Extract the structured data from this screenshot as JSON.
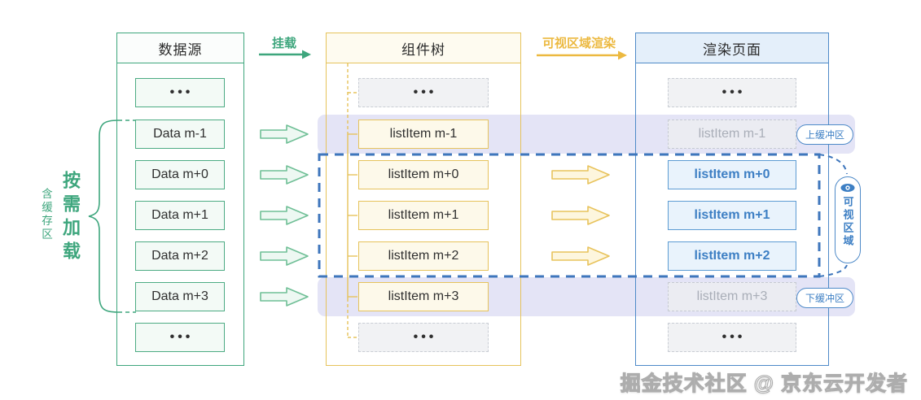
{
  "left_annotation": {
    "label": "按需加载",
    "sublabel": "含缓存区"
  },
  "flow_labels": {
    "mount": "挂载",
    "viewport_render": "可视区域渲染"
  },
  "columns": [
    {
      "title": "数据源",
      "items": [
        "•••",
        "Data m-1",
        "Data m+0",
        "Data m+1",
        "Data m+2",
        "Data m+3",
        "•••"
      ]
    },
    {
      "title": "组件树",
      "items": [
        "•••",
        "listItem m-1",
        "listItem m+0",
        "listItem m+1",
        "listItem m+2",
        "listItem m+3",
        "•••"
      ]
    },
    {
      "title": "渲染页面",
      "items": [
        "•••",
        "listItem m-1",
        "listItem m+0",
        "listItem m+1",
        "listItem m+2",
        "listItem m+3",
        "•••"
      ]
    }
  ],
  "badges": {
    "upper_buffer": "上缓冲区",
    "lower_buffer": "下缓冲区",
    "visible_area": "可视区域"
  },
  "watermark": "掘金技术社区 @ 京东云开发者",
  "colors": {
    "green_accent": "#3EA67D",
    "green_item_fill": "#F3FAF6",
    "yellow_accent": "#E6C35C",
    "yellow_label": "#ECB940",
    "yellow_item_fill": "#FDF9EA",
    "blue_accent": "#4E8AC8",
    "blue_text": "#3D7FC4",
    "blue_item_fill": "#E9F3FC",
    "visible_rect_dash": "#3E76BC",
    "buffer_band": "#E4E4F6",
    "ghost_border": "#C9CDD4",
    "ghost_text": "#A9AEB8"
  }
}
